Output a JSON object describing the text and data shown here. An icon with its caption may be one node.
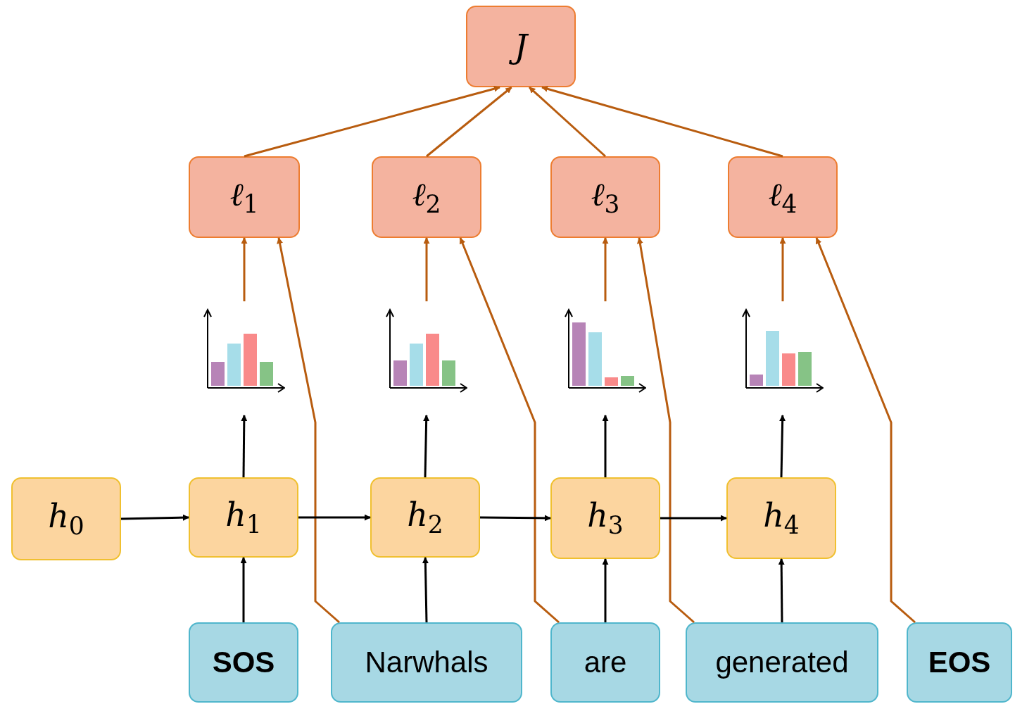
{
  "diagram": {
    "nodes": [
      {
        "text": [
          "J"
        ]
      },
      {
        "text": [
          "ℓ$_{1}$"
        ]
      },
      {
        "text": [
          "ℓ$_{2}$"
        ]
      },
      {
        "text": [
          "ℓ$_{3}$"
        ]
      },
      {
        "text": [
          "ℓ$_{4}$"
        ]
      },
      {
        "text": [],
        "shape": "picture"
      },
      {
        "text": [],
        "shape": "picture"
      },
      {
        "text": [],
        "shape": "picture"
      },
      {
        "text": [],
        "shape": "picture"
      },
      {
        "text": [
          "h$_{0}$"
        ]
      },
      {
        "text": [
          "h$_{1}$"
        ]
      },
      {
        "text": [
          "h$_{2}$"
        ]
      },
      {
        "text": [
          "h$_{3}$"
        ]
      },
      {
        "text": [
          "h$_{4}$"
        ]
      },
      {
        "text": [
          "SOS"
        ]
      },
      {
        "text": [
          "Narwhals"
        ]
      },
      {
        "text": [
          "are"
        ]
      },
      {
        "text": [
          "generated"
        ]
      },
      {
        "text": [
          "EOS"
        ]
      }
    ],
    "edges": [
      {
        "from": 1,
        "to": 0,
        "arrow": "to",
        "color": "#b85c0f"
      },
      {
        "from": 2,
        "to": 0,
        "arrow": "to",
        "color": "#b85c0f"
      },
      {
        "from": 3,
        "to": 0,
        "arrow": "to",
        "color": "#b85c0f"
      },
      {
        "from": 4,
        "to": 0,
        "arrow": "to",
        "color": "#b85c0f"
      },
      {
        "from": 5,
        "to": 1,
        "arrow": "to",
        "color": "#b85c0f"
      },
      {
        "from": 6,
        "to": 2,
        "arrow": "to",
        "color": "#b85c0f"
      },
      {
        "from": 7,
        "to": 3,
        "arrow": "to",
        "color": "#b85c0f"
      },
      {
        "from": 8,
        "to": 4,
        "arrow": "to",
        "color": "#b85c0f"
      },
      {
        "from": 15,
        "to": 1,
        "arrow": "to",
        "color": "#b85c0f"
      },
      {
        "from": 16,
        "to": 2,
        "arrow": "to",
        "color": "#b85c0f"
      },
      {
        "from": 17,
        "to": 3,
        "arrow": "to",
        "color": "#b85c0f"
      },
      {
        "from": 18,
        "to": 4,
        "arrow": "to",
        "color": "#b85c0f"
      },
      {
        "from": 9,
        "to": 10,
        "arrow": "to",
        "color": "#000000"
      },
      {
        "from": 10,
        "to": 11,
        "arrow": "to",
        "color": "#000000"
      },
      {
        "from": 11,
        "to": 12,
        "arrow": "to",
        "color": "#000000"
      },
      {
        "from": 12,
        "to": 13,
        "arrow": "to",
        "color": "#000000"
      },
      {
        "from": 14,
        "to": 10,
        "arrow": "to",
        "color": "#000000"
      },
      {
        "from": 15,
        "to": 11,
        "arrow": "to",
        "color": "#000000"
      },
      {
        "from": 16,
        "to": 12,
        "arrow": "to",
        "color": "#000000"
      },
      {
        "from": 17,
        "to": 13,
        "arrow": "to",
        "color": "#000000"
      },
      {
        "from": 10,
        "to": 5,
        "arrow": "to",
        "color": "#000000"
      },
      {
        "from": 11,
        "to": 6,
        "arrow": "to",
        "color": "#000000"
      },
      {
        "from": 12,
        "to": 7,
        "arrow": "to",
        "color": "#000000"
      },
      {
        "from": 13,
        "to": 8,
        "arrow": "to",
        "color": "#000000"
      }
    ]
  }
}
